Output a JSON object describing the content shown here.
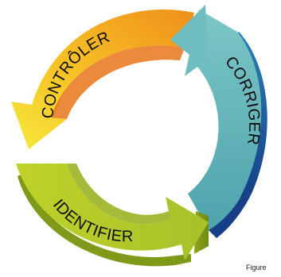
{
  "diagram": {
    "steps": [
      {
        "label": "CONTRÔLER",
        "color": "#f2a51e"
      },
      {
        "label": "CORRIGER",
        "color": "#62b3b5"
      },
      {
        "label": "IDENTIFIER",
        "color": "#b6c82a"
      }
    ],
    "caption": "Figure"
  }
}
